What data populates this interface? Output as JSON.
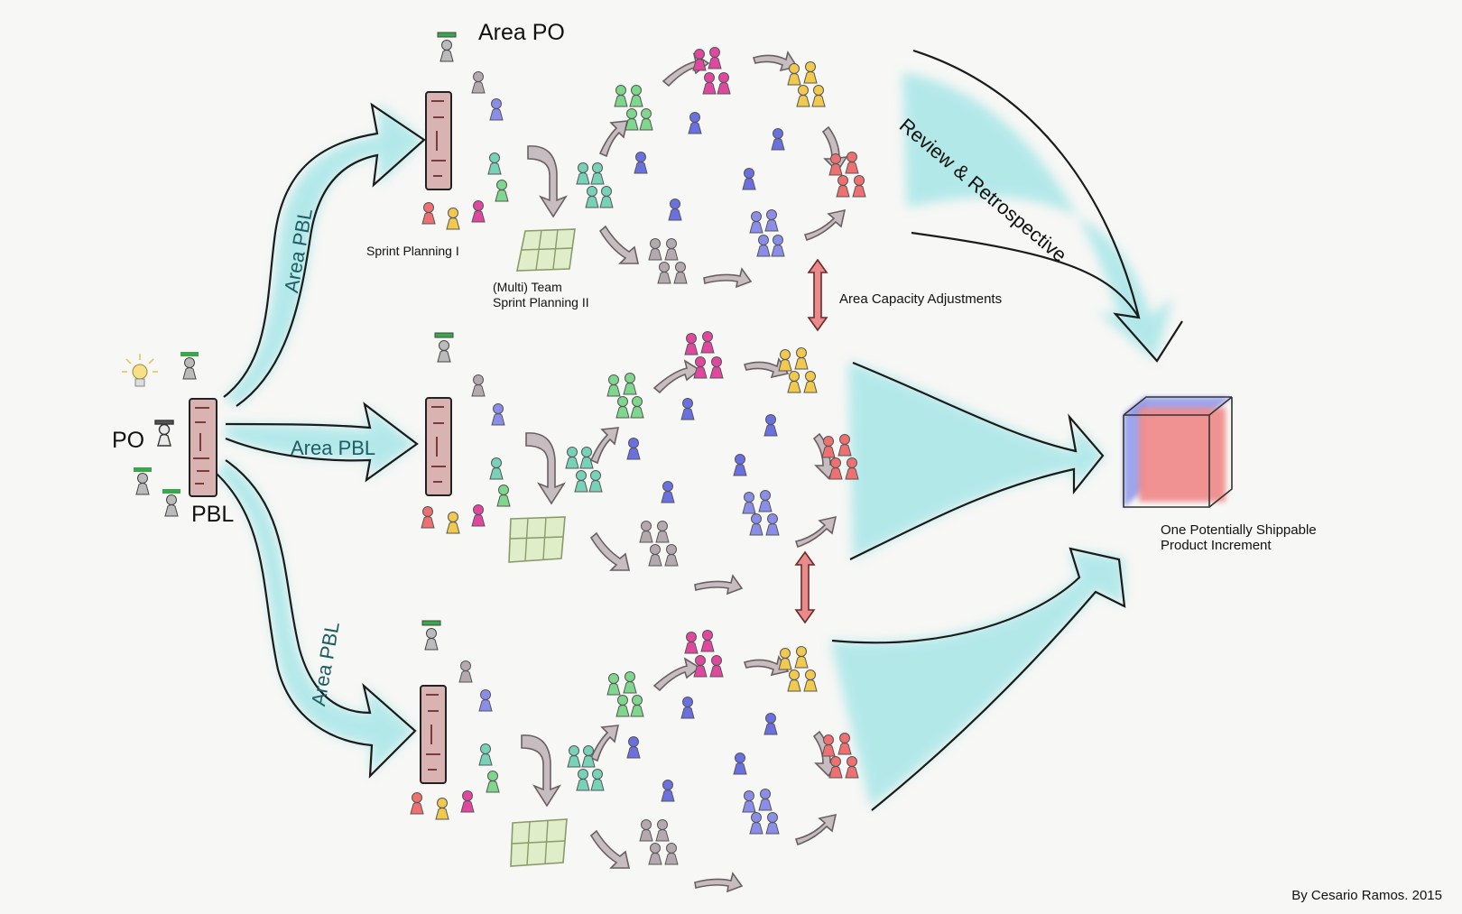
{
  "labels": {
    "area_po": "Area PO",
    "po": "PO",
    "pbl": "PBL",
    "area_pbl_top": "Area PBL",
    "area_pbl_mid": "Area PBL",
    "area_pbl_bottom": "Area PBL",
    "sprint_planning_1": "Sprint Planning I",
    "multi_team_line1": "(Multi) Team",
    "multi_team_line2": "Sprint Planning II",
    "area_capacity": "Area Capacity Adjustments",
    "review_retro": "Review & Retrospective",
    "increment_line1": "One Potentially Shippable",
    "increment_line2": "Product Increment",
    "credit": "By Cesario Ramos. 2015"
  },
  "colors": {
    "arrow_fill": "#a8e6e8",
    "arrow_stroke": "#1b1b1b",
    "backlog": "#d9b2b2",
    "sprint_board": "#dfeec8",
    "cycle_arrow": "#c7bcbf",
    "capacity_arrow": "#ea8a8a",
    "increment_front": "#f08d8d",
    "increment_side": "#8f97ea",
    "team_green": "#7fd68d",
    "team_magenta": "#e0489f",
    "team_yellow": "#f0c94e",
    "team_red": "#ee7070",
    "team_blue": "#8b8ee8",
    "team_grey": "#b5a9b0",
    "team_teal": "#77d2b9",
    "po_hat": "#38a94a"
  }
}
